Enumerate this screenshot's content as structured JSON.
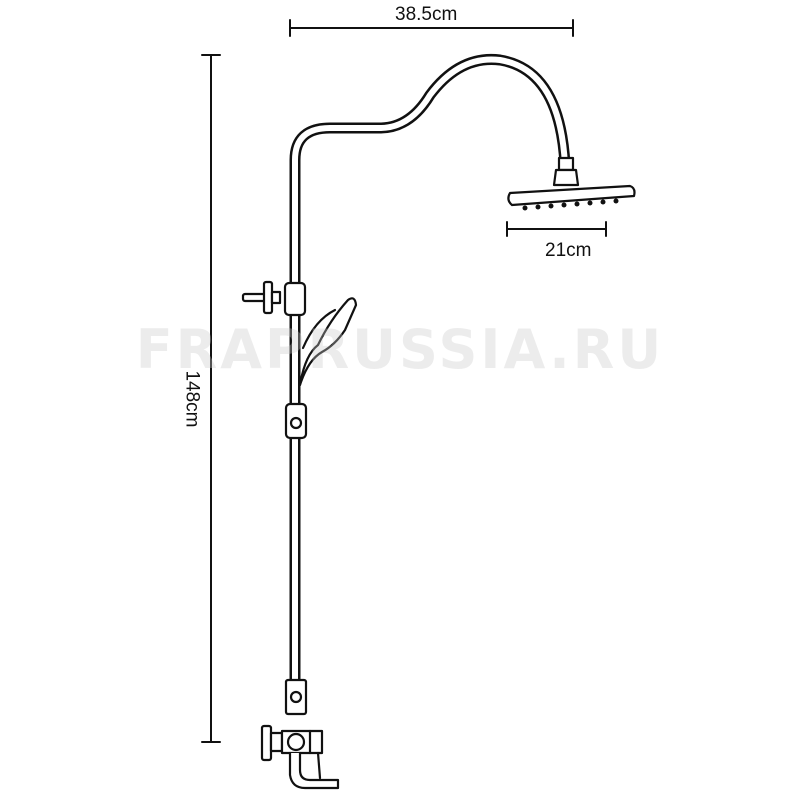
{
  "dimensions": {
    "width_top": "38.5cm",
    "height_total": "148cm",
    "head_width": "21cm"
  },
  "watermark": "FRAPRUSSIA.RU"
}
